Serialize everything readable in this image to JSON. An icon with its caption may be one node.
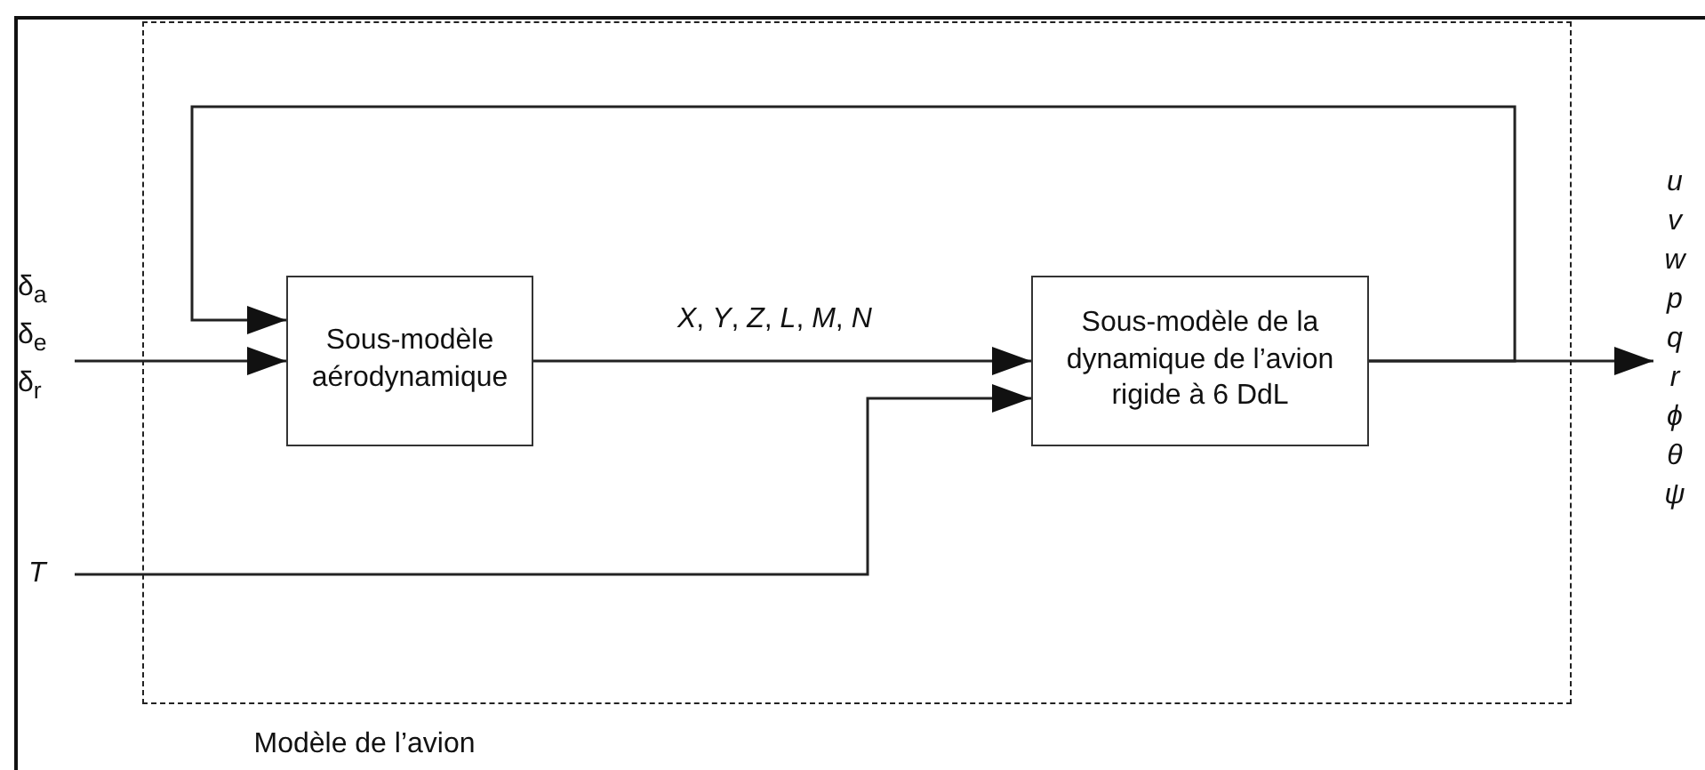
{
  "diagram": {
    "nodes": [
      {
        "text": [
          "Modèle de l’avion"
        ]
      },
      {
        "text": [
          "Sous-modèle aérodynamique"
        ],
        "in": 0
      },
      {
        "text": [
          "Sous-modèle de la dynamique de l’avion rigide à 6 DdL"
        ],
        "in": 0
      },
      {
        "text": [
          "δ$_{a}$",
          "δ$_{e}$",
          "δ$_{r}$"
        ]
      },
      {
        "text": [
          "T"
        ]
      },
      {
        "text": [
          "u",
          "v",
          "w",
          "p",
          "q",
          "r",
          "ϕ",
          "θ",
          "ψ"
        ]
      }
    ],
    "edges": [
      {
        "from": 3,
        "to": 1,
        "arrow": "to"
      },
      {
        "from": 1,
        "to": 2,
        "arrow": "to",
        "label": "*X*, *Y*, *Z*, *L*, *M*, *N*"
      },
      {
        "from": 4,
        "to": 2,
        "arrow": "to"
      },
      {
        "from": 2,
        "to": 5,
        "arrow": "to"
      },
      {
        "from": 2,
        "to": 1,
        "arrow": "to"
      }
    ]
  }
}
